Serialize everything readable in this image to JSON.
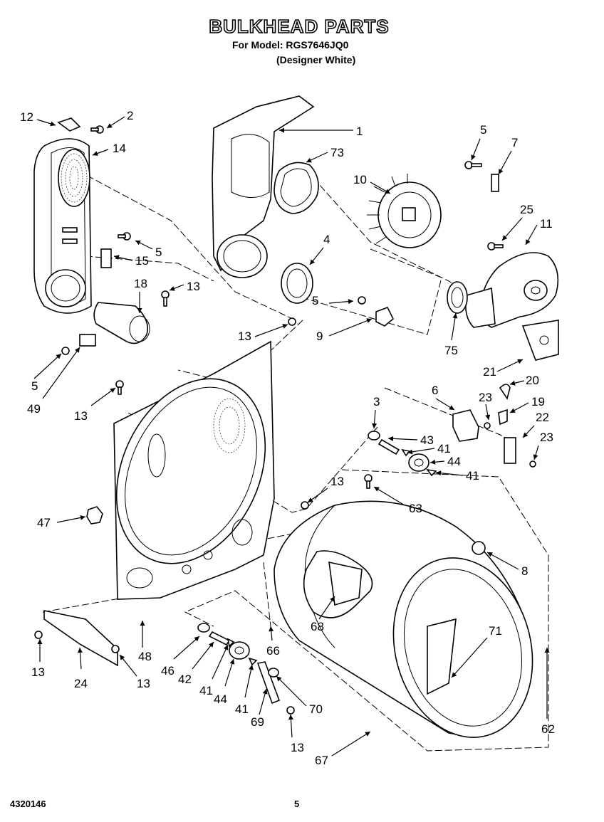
{
  "header": {
    "title": "BULKHEAD PARTS",
    "model_line": "For Model: RGS7646JQ0",
    "variant": "(Designer White)"
  },
  "footer": {
    "doc_number": "4320146",
    "page_number": "5"
  },
  "callouts": [
    {
      "id": "c12a",
      "text": "12"
    },
    {
      "id": "c2",
      "text": "2"
    },
    {
      "id": "c14",
      "text": "14"
    },
    {
      "id": "c1",
      "text": "1"
    },
    {
      "id": "c73",
      "text": "73"
    },
    {
      "id": "c5a",
      "text": "5"
    },
    {
      "id": "c7",
      "text": "7"
    },
    {
      "id": "c10",
      "text": "10"
    },
    {
      "id": "c25",
      "text": "25"
    },
    {
      "id": "c11",
      "text": "11"
    },
    {
      "id": "c4",
      "text": "4"
    },
    {
      "id": "c5b",
      "text": "5"
    },
    {
      "id": "c15",
      "text": "15"
    },
    {
      "id": "c18",
      "text": "18"
    },
    {
      "id": "c13a",
      "text": "13"
    },
    {
      "id": "c5c",
      "text": "5"
    },
    {
      "id": "c13b",
      "text": "13"
    },
    {
      "id": "c9",
      "text": "9"
    },
    {
      "id": "c75",
      "text": "75"
    },
    {
      "id": "c5d",
      "text": "5"
    },
    {
      "id": "c49",
      "text": "49"
    },
    {
      "id": "c21",
      "text": "21"
    },
    {
      "id": "c20",
      "text": "20"
    },
    {
      "id": "c13c",
      "text": "13"
    },
    {
      "id": "c6",
      "text": "6"
    },
    {
      "id": "c23a",
      "text": "23"
    },
    {
      "id": "c19",
      "text": "19"
    },
    {
      "id": "c22",
      "text": "22"
    },
    {
      "id": "c3",
      "text": "3"
    },
    {
      "id": "c43",
      "text": "43"
    },
    {
      "id": "c23b",
      "text": "23"
    },
    {
      "id": "c41a",
      "text": "41"
    },
    {
      "id": "c44a",
      "text": "44"
    },
    {
      "id": "c41b",
      "text": "41"
    },
    {
      "id": "c13d",
      "text": "13"
    },
    {
      "id": "c63",
      "text": "63"
    },
    {
      "id": "c47",
      "text": "47"
    },
    {
      "id": "c8",
      "text": "8"
    },
    {
      "id": "c68",
      "text": "68"
    },
    {
      "id": "c71",
      "text": "71"
    },
    {
      "id": "c48",
      "text": "48"
    },
    {
      "id": "c66",
      "text": "66"
    },
    {
      "id": "c13e",
      "text": "13"
    },
    {
      "id": "c24",
      "text": "24"
    },
    {
      "id": "c13f",
      "text": "13"
    },
    {
      "id": "c46",
      "text": "46"
    },
    {
      "id": "c42",
      "text": "42"
    },
    {
      "id": "c41c",
      "text": "41"
    },
    {
      "id": "c44b",
      "text": "44"
    },
    {
      "id": "c41d",
      "text": "41"
    },
    {
      "id": "c70",
      "text": "70"
    },
    {
      "id": "c69",
      "text": "69"
    },
    {
      "id": "c62",
      "text": "62"
    },
    {
      "id": "c13g",
      "text": "13"
    },
    {
      "id": "c67",
      "text": "67"
    }
  ]
}
